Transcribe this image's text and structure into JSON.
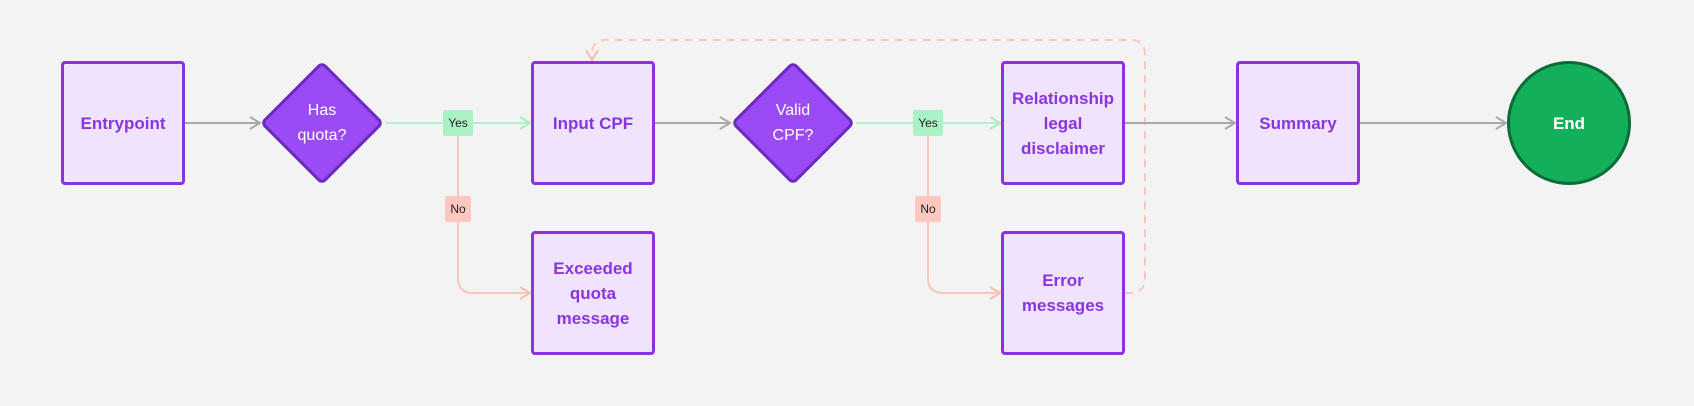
{
  "diagram": {
    "nodes": {
      "entrypoint": "Entrypoint",
      "has_quota": "Has\nquota?",
      "input_cpf": "Input CPF",
      "exceeded_quota": "Exceeded\nquota\nmessage",
      "valid_cpf": "Valid\nCPF?",
      "relationship_disclaimer": "Relationship\nlegal\ndisclaimer",
      "error_messages": "Error\nmessages",
      "summary": "Summary",
      "end": "End"
    },
    "edge_labels": {
      "quota_yes": "Yes",
      "quota_no": "No",
      "cpf_yes": "Yes",
      "cpf_no": "No"
    },
    "colors": {
      "process_fill": "#efe3fd",
      "process_border": "#8a34e0",
      "decision_fill": "#9a4bf5",
      "end_fill": "#13af5b",
      "yes_edge": "#b6f0c8",
      "no_edge": "#fcc5bd",
      "default_edge": "#a9a9a9"
    }
  }
}
